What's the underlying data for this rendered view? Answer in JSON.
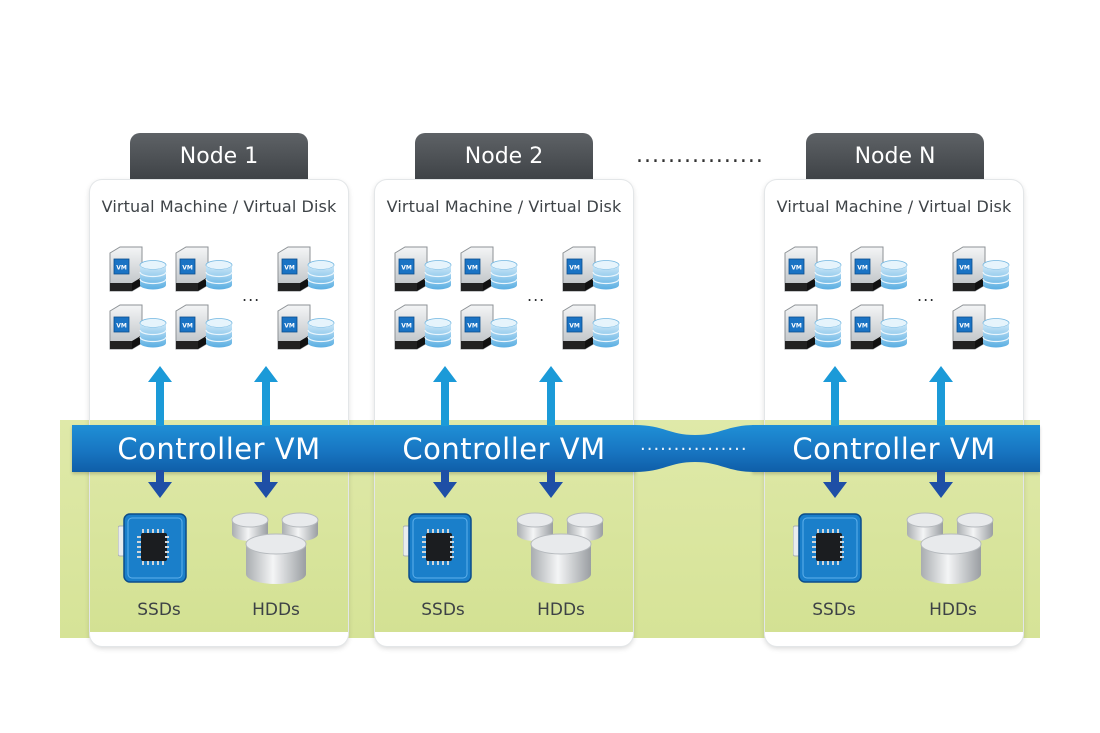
{
  "nodes": [
    {
      "tab_label": "Node 1",
      "vm_caption": "Virtual Machine / Virtual Disk",
      "controller_label": "Controller VM",
      "ssd_label": "SSDs",
      "hdd_label": "HDDs",
      "ellipsis": "..."
    },
    {
      "tab_label": "Node 2",
      "vm_caption": "Virtual Machine / Virtual Disk",
      "controller_label": "Controller VM",
      "ssd_label": "SSDs",
      "hdd_label": "HDDs",
      "ellipsis": "..."
    },
    {
      "tab_label": "Node N",
      "vm_caption": "Virtual Machine / Virtual Disk",
      "controller_label": "Controller VM",
      "ssd_label": "SSDs",
      "hdd_label": "HDDs",
      "ellipsis": "..."
    }
  ],
  "vm_icon_text": "VM",
  "between_nodes_dots": "................",
  "between_bars_dots": "................",
  "colors": {
    "tab": "#4a4e52",
    "controller_bar": "#1876c2",
    "arrow_up": "#1b9ad8",
    "arrow_down": "#1e4fa6",
    "storage_fill": "#d9e59e",
    "ssd_body": "#1a7fca"
  }
}
